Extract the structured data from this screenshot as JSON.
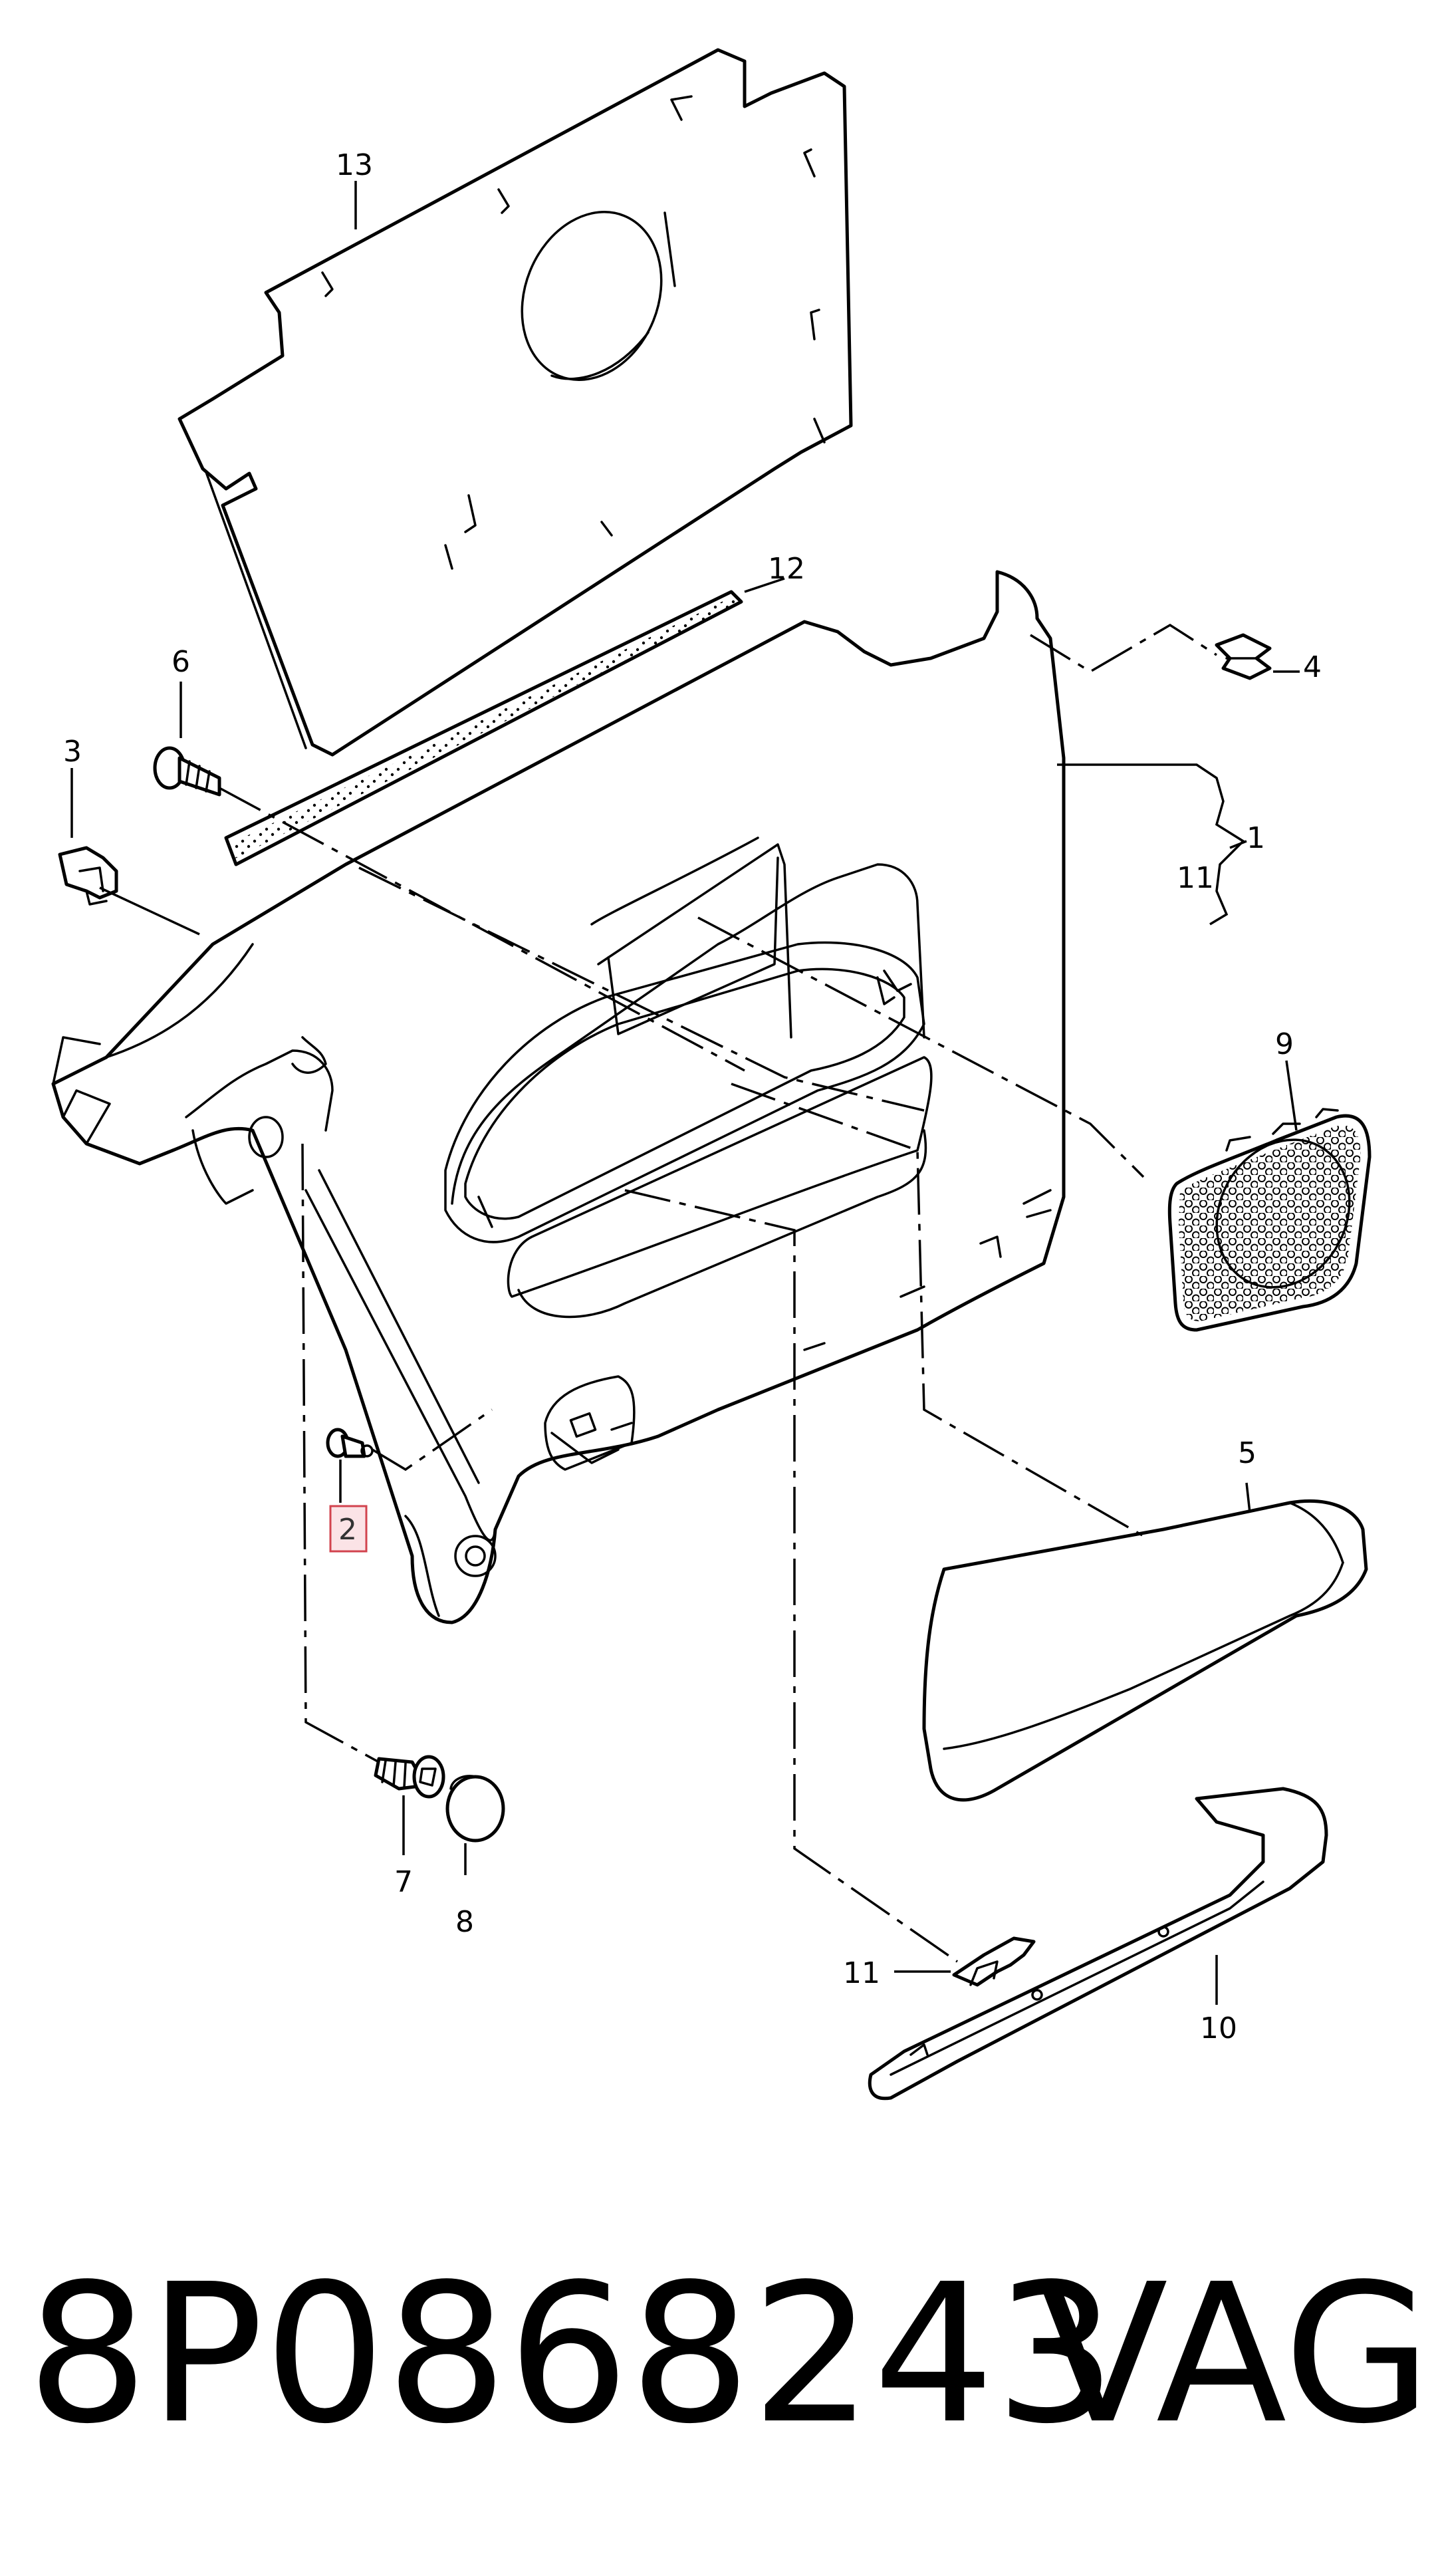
{
  "callouts": {
    "c1": "1",
    "c2": "2",
    "c3": "3",
    "c4": "4",
    "c5": "5",
    "c6": "6",
    "c7": "7",
    "c8": "8",
    "c9": "9",
    "c10": "10",
    "c11a": "11",
    "c11b": "11",
    "c12": "12",
    "c13": "13"
  },
  "highlighted_callout": "2",
  "footer": {
    "part_number": "8P0868243",
    "brand": "VAG"
  },
  "colors": {
    "line": "#000000",
    "highlight_fill": "#fbe3e6",
    "highlight_stroke": "#d2434e"
  }
}
